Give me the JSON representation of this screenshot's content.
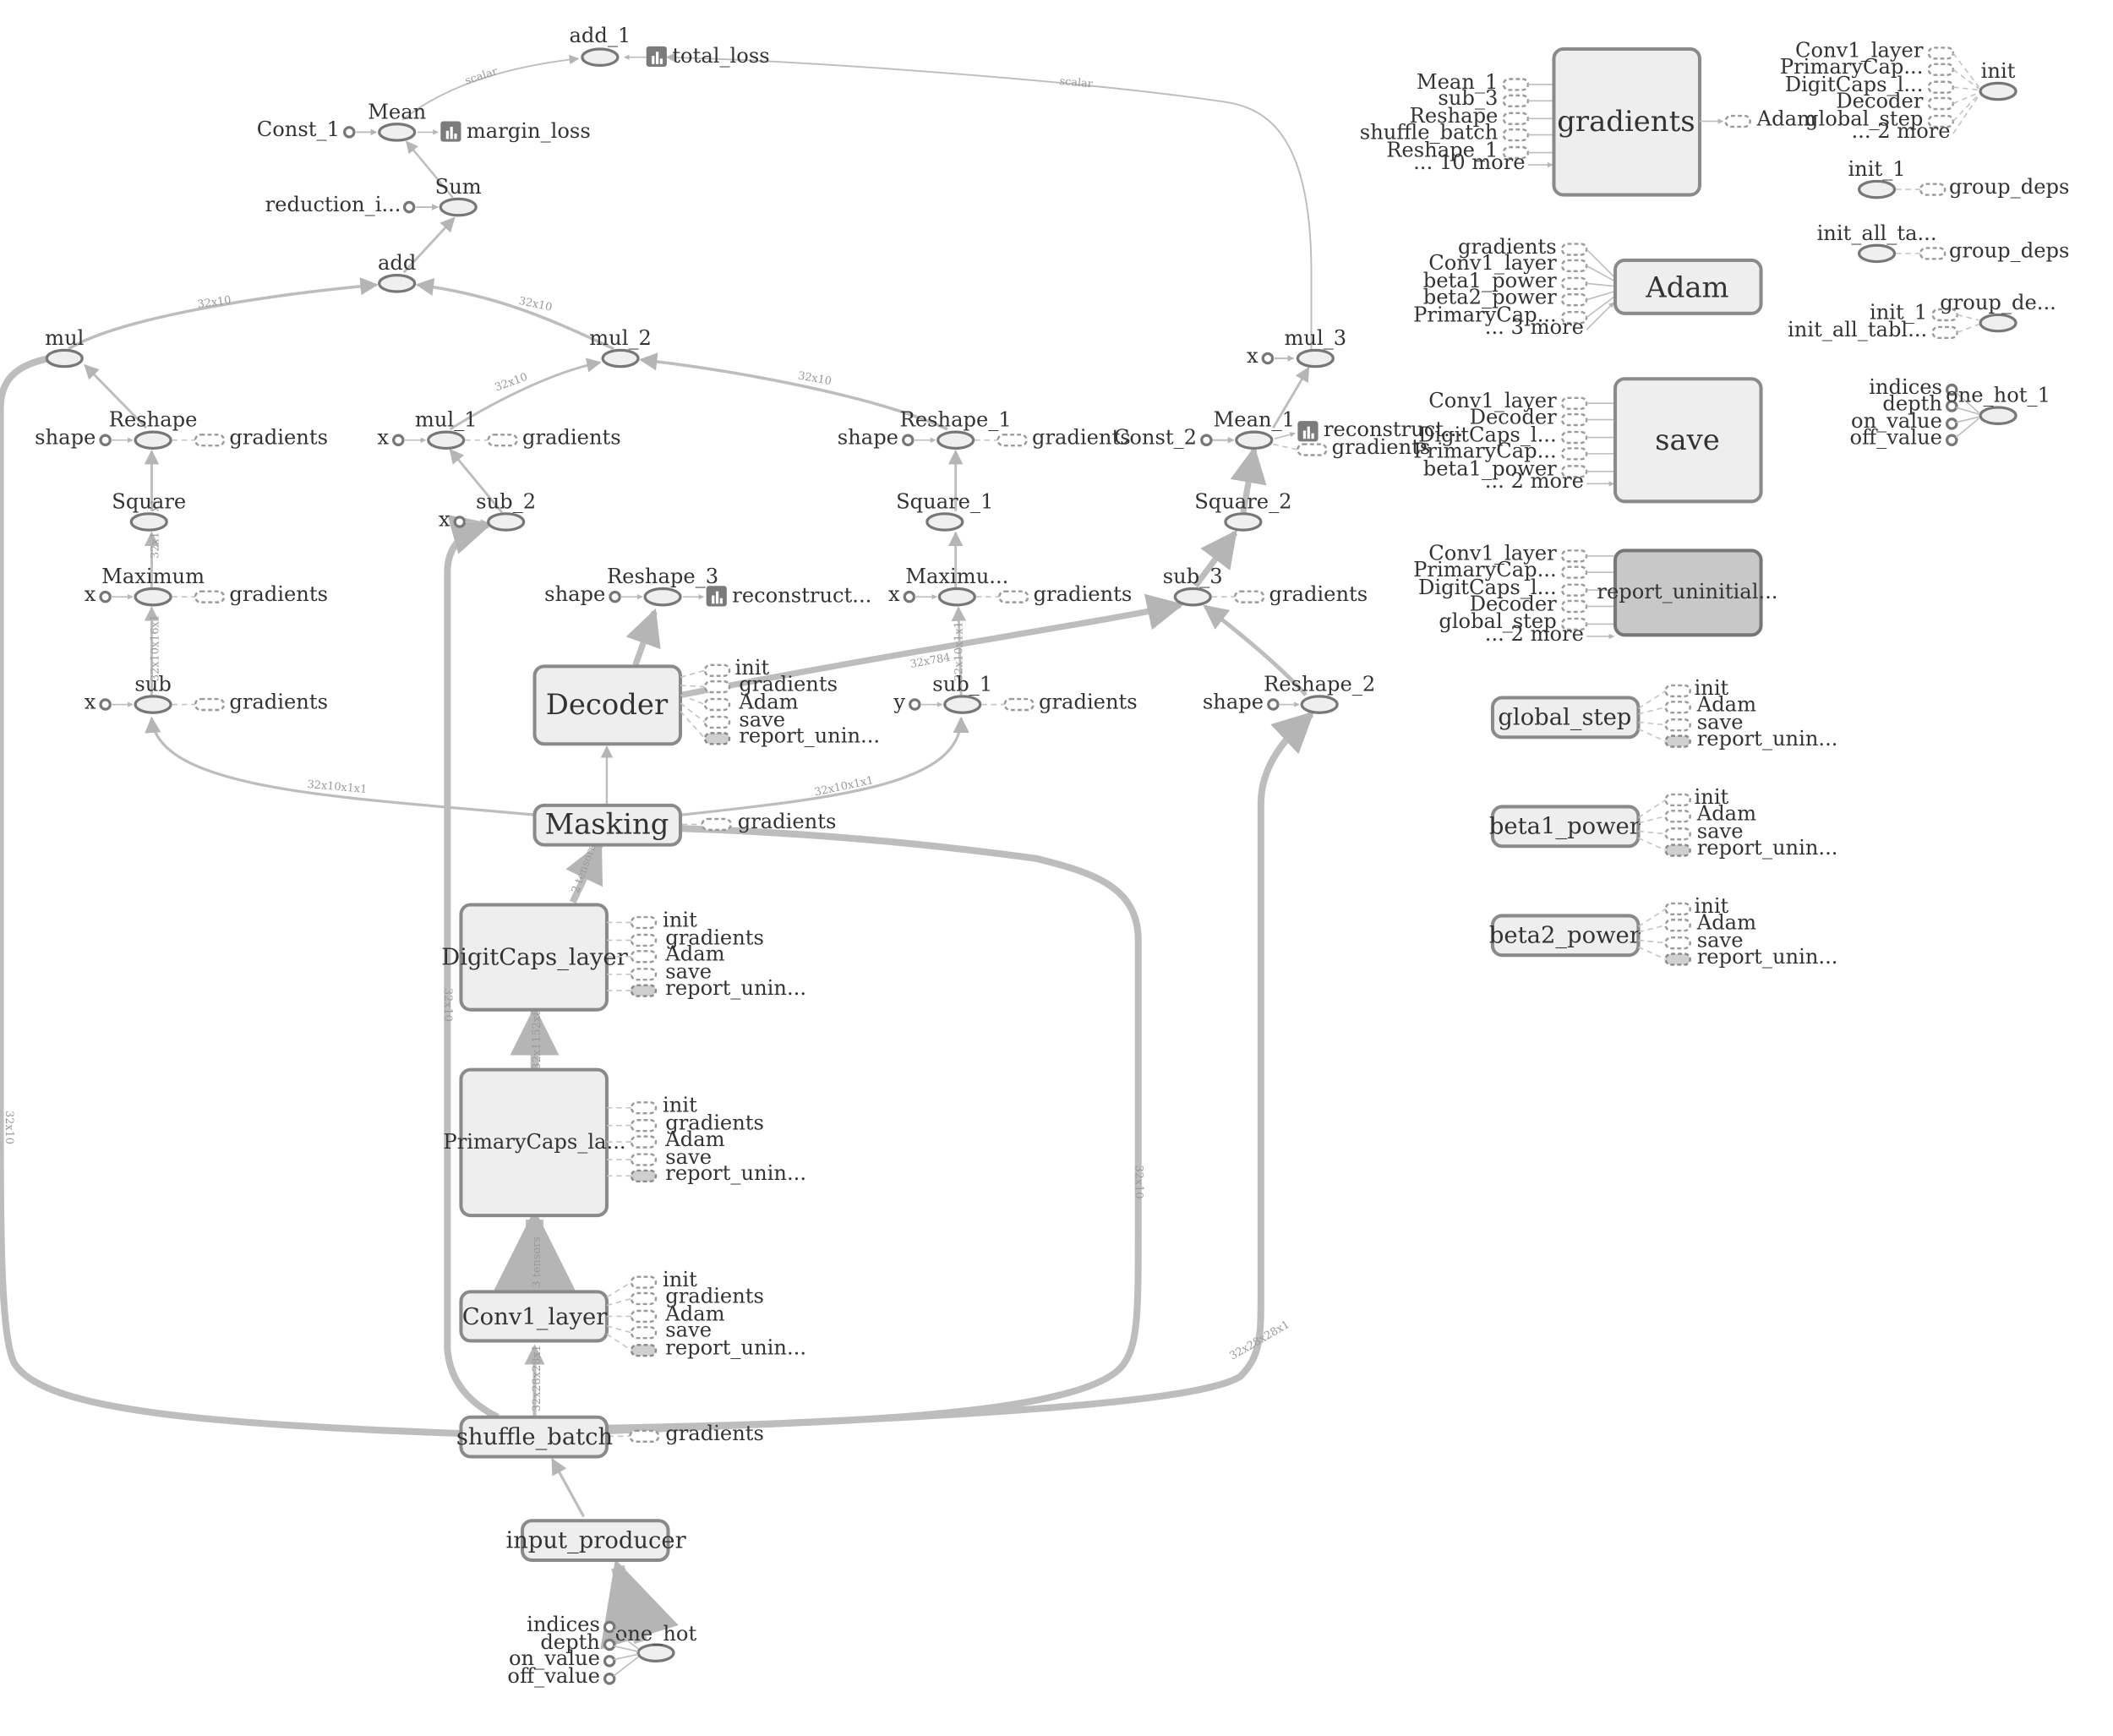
{
  "colors": {
    "node_fill": "#efefef",
    "group_fill": "#eeeeee",
    "selected_group_fill": "#c8c8c8",
    "edge": "#bdbdbd",
    "summary_icon": "#7b7b7b"
  },
  "main_graph": {
    "ops": {
      "add_1": "add_1",
      "mean": "Mean",
      "sum": "Sum",
      "add": "add",
      "mul": "mul",
      "mul_2": "mul_2",
      "mul_3": "mul_3",
      "reshape": "Reshape",
      "mul_1": "mul_1",
      "reshape_1": "Reshape_1",
      "mean_1": "Mean_1",
      "square": "Square",
      "sub_2": "sub_2",
      "square_1": "Square_1",
      "square_2": "Square_2",
      "maximum": "Maximum",
      "reshape_3": "Reshape_3",
      "maximum_1": "Maximu...",
      "sub_3": "sub_3",
      "sub": "sub",
      "sub_1": "sub_1",
      "reshape_2": "Reshape_2",
      "one_hot": "one_hot"
    },
    "groups": {
      "decoder": "Decoder",
      "masking": "Masking",
      "digitcaps": "DigitCaps_layer",
      "primarycaps": "PrimaryCaps_la...",
      "conv1": "Conv1_layer",
      "shuffle_batch": "shuffle_batch",
      "input_producer": "input_producer"
    },
    "summaries": {
      "total_loss": "total_loss",
      "margin_loss": "margin_loss",
      "reconstruct_1": "reconstruct...",
      "reconstruct_2": "reconstruct..."
    },
    "constants": {
      "const_1": "Const_1",
      "reduction": "reduction_i...",
      "const_2": "Const_2",
      "shape": "shape",
      "x": "x",
      "y": "y",
      "indices": "indices",
      "depth": "depth",
      "on_value": "on_value",
      "off_value": "off_value"
    },
    "refs": {
      "gradients": "gradients",
      "init": "init",
      "adam": "Adam",
      "save": "save",
      "report": "report_unin..."
    },
    "edge_labels": {
      "scalar": "scalar",
      "x32x10": "32x10",
      "x32x784": "32x784",
      "tensors2": "2 tensors",
      "tensors3": "3 tensors",
      "x32x10x16x1": "32x10x16x1",
      "x32x10x1x1": "32x10x1x1",
      "x32x28x28x1": "32x28x28x1",
      "x32x1152x8x1": "32x1152x8x1"
    }
  },
  "aux": {
    "gradients": {
      "title": "gradients",
      "inputs": [
        "Mean_1",
        "sub_3",
        "Reshape",
        "shuffle_batch",
        "Reshape_1",
        "... 10 more"
      ],
      "outputs": [
        "Adam"
      ]
    },
    "adam": {
      "title": "Adam",
      "inputs": [
        "gradients",
        "Conv1_layer",
        "beta1_power",
        "beta2_power",
        "PrimaryCap...",
        "... 3 more"
      ]
    },
    "save": {
      "title": "save",
      "inputs": [
        "Conv1_layer",
        "Decoder",
        "DigitCaps_l...",
        "PrimaryCap...",
        "beta1_power",
        "... 2 more"
      ]
    },
    "report": {
      "title": "report_uninitial...",
      "inputs": [
        "Conv1_layer",
        "PrimaryCap...",
        "DigitCaps_l...",
        "Decoder",
        "global_step",
        "... 2 more"
      ]
    },
    "global_step": {
      "title": "global_step",
      "outputs": [
        "init",
        "Adam",
        "save",
        "report_unin..."
      ]
    },
    "beta1_power": {
      "title": "beta1_power",
      "outputs": [
        "init",
        "Adam",
        "save",
        "report_unin..."
      ]
    },
    "beta2_power": {
      "title": "beta2_power",
      "outputs": [
        "init",
        "Adam",
        "save",
        "report_unin..."
      ]
    },
    "init": {
      "title": "init",
      "inputs": [
        "Conv1_layer",
        "PrimaryCap...",
        "DigitCaps_l...",
        "Decoder",
        "global_step",
        "... 2 more"
      ]
    },
    "init_1": {
      "title": "init_1",
      "output": "group_deps"
    },
    "init_all": {
      "title": "init_all_ta...",
      "output": "group_deps"
    },
    "group_de": {
      "title": "group_de...",
      "inputs": [
        "init_1",
        "init_all_tabl..."
      ]
    },
    "one_hot_1": {
      "title": "one_hot_1",
      "inputs": [
        "indices",
        "depth",
        "on_value",
        "off_value"
      ]
    }
  }
}
